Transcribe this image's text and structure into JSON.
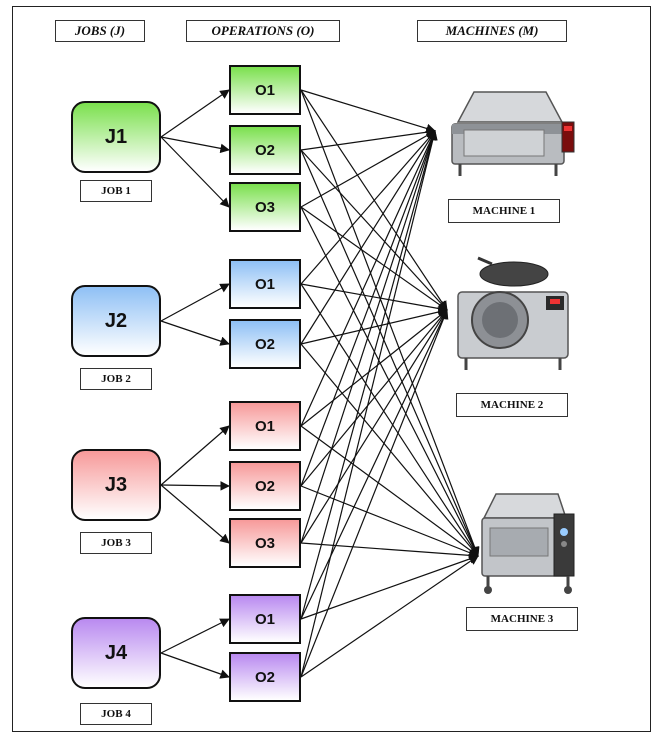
{
  "headers": {
    "jobs": "JOBS (J)",
    "operations": "OPERATIONS (O)",
    "machines": "MACHINES (M)"
  },
  "jobs": [
    {
      "id": "J1",
      "label": "JOB 1",
      "color": "#7be04e",
      "ops": [
        "O1",
        "O2",
        "O3"
      ]
    },
    {
      "id": "J2",
      "label": "JOB 2",
      "color": "#8fc0f5",
      "ops": [
        "O1",
        "O2"
      ]
    },
    {
      "id": "J3",
      "label": "JOB 3",
      "color": "#f79a9a",
      "ops": [
        "O1",
        "O2",
        "O3"
      ]
    },
    {
      "id": "J4",
      "label": "JOB 4",
      "color": "#b98af0",
      "ops": [
        "O1",
        "O2"
      ]
    }
  ],
  "machines": [
    {
      "label": "MACHINE 1",
      "icon": "tilting-pan-icon"
    },
    {
      "label": "MACHINE 2",
      "icon": "braising-kettle-icon"
    },
    {
      "label": "MACHINE 3",
      "icon": "pressure-bratt-pan-icon"
    }
  ]
}
